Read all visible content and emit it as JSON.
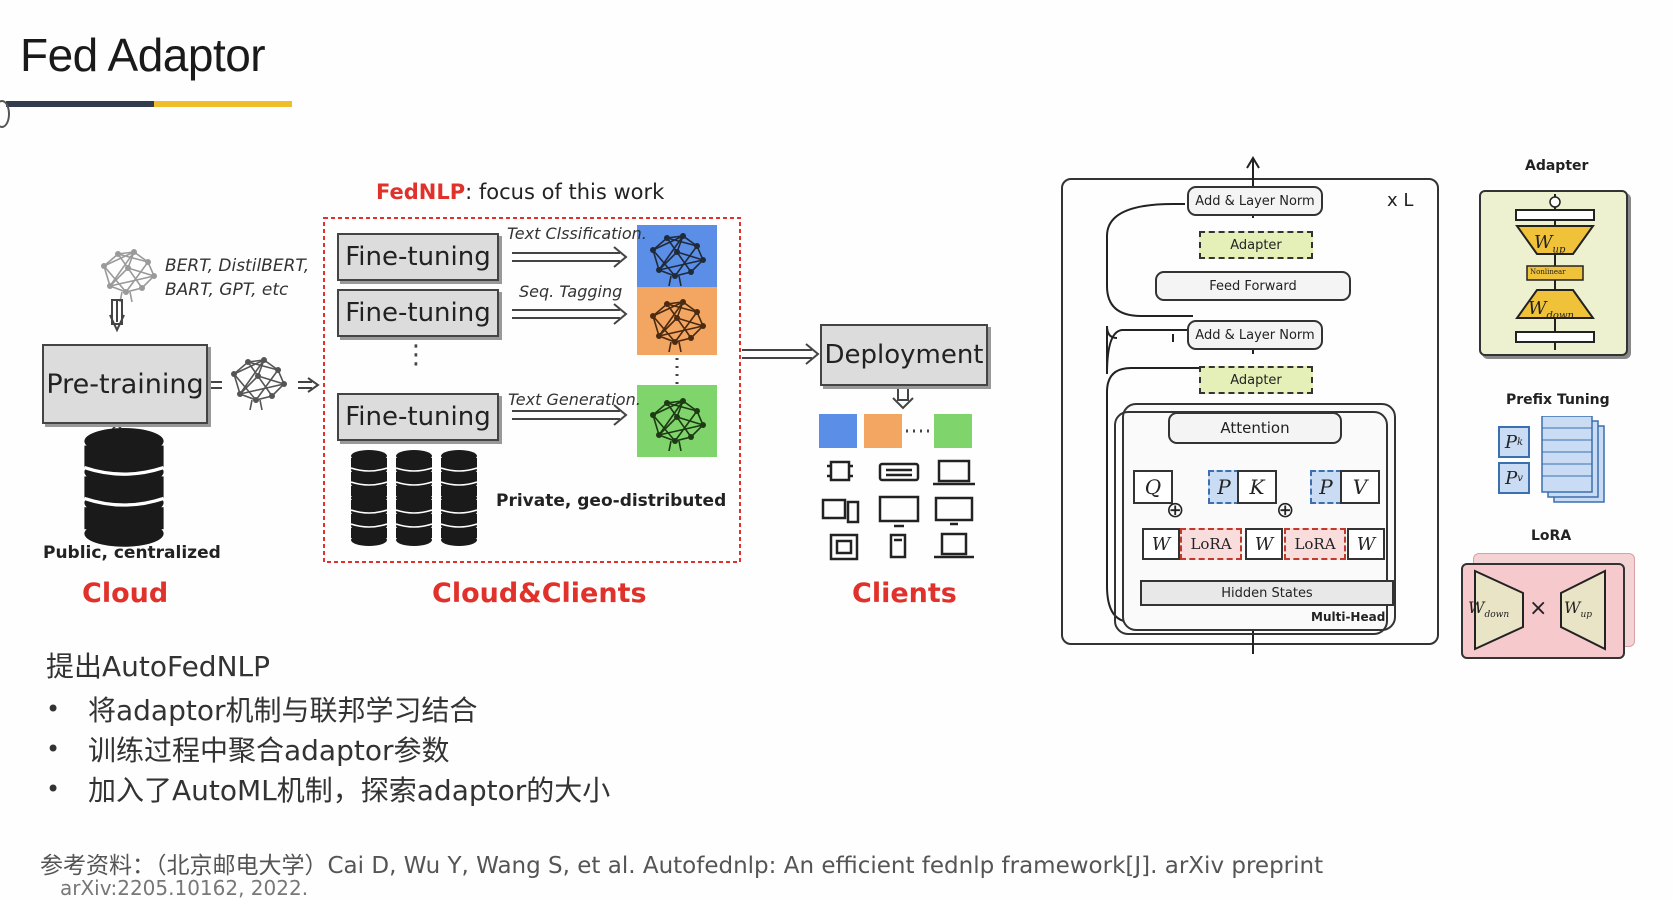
{
  "title": "Fed Adaptor",
  "diagram": {
    "pretrained_models": "BERT, DistilBERT,\nBART, GPT, etc",
    "pretraining": "Pre-training",
    "public_label": "Public, centralized",
    "cloud": "Cloud",
    "fednlp_title_red": "FedNLP",
    "fednlp_title_rest": ": focus of this work",
    "finetuning": [
      "Fine-tuning",
      "Fine-tuning",
      "Fine-tuning"
    ],
    "tasks": [
      "Text Clssification.",
      "Seq. Tagging",
      "Text Generation."
    ],
    "private_label": "Private, geo-distributed",
    "cloud_clients": "Cloud&Clients",
    "deployment": "Deployment",
    "clients": "Clients",
    "vdots": "⋮",
    "dots": "· · ·"
  },
  "transformer": {
    "times_l": "x L",
    "add_norm_top": "Add & Layer Norm",
    "adapter_top": "Adapter",
    "feed_forward": "Feed Forward",
    "add_norm_bottom": "Add & Layer Norm",
    "adapter_bottom": "Adapter",
    "attention": "Attention",
    "q": "Q",
    "k": "K",
    "v": "V",
    "pk": "P",
    "pv": "P",
    "wq": "W",
    "wk": "W",
    "wv": "W",
    "lora": "LoRA",
    "hidden_states": "Hidden States",
    "multi_head": "Multi-Head",
    "plus": "⊕"
  },
  "legend": {
    "adapter_title": "Adapter",
    "w_up": "W",
    "w_up_sub": "up",
    "nonlinear": "Nonlinear",
    "w_down": "W",
    "w_down_sub": "down",
    "prefix_title": "Prefix Tuning",
    "pk": "P",
    "pk_sub": "k",
    "pv": "P",
    "pv_sub": "v",
    "lora_title": "LoRA",
    "times": "×"
  },
  "bullets": {
    "heading": "提出AutoFedNLP",
    "items": [
      "将adaptor机制与联邦学习结合",
      "训练过程中聚合adaptor参数",
      "加入了AutoML机制，探索adaptor的大小"
    ]
  },
  "reference": "参考资料：（北京邮电大学）Cai D, Wu Y, Wang S, et al. Autofednlp: An efficient fednlp framework[J]. arXiv preprint",
  "reference_cont": "arXiv:2205.10162, 2022.",
  "colors": {
    "accent_gold": "#f0be2d",
    "dark_bar": "#333c4d",
    "red": "#e0312b"
  }
}
